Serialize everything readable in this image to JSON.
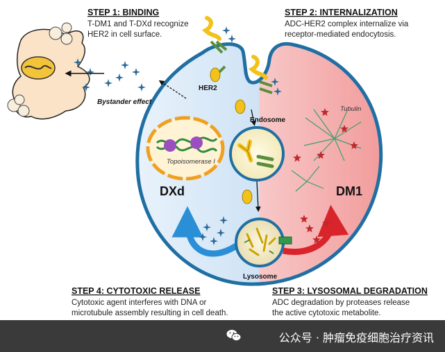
{
  "steps": {
    "step1": {
      "title": "STEP 1: BINDING",
      "line1": "T-DM1 and T-DXd recognize",
      "line2": "HER2 in cell surface."
    },
    "step2": {
      "title": "STEP 2: INTERNALIZATION",
      "line1": "ADC-HER2 complex internalize via",
      "line2": "receptor-mediated endocytosis."
    },
    "step3": {
      "title": "STEP 3: LYSOSOMAL DEGRADATION",
      "line1": "ADC degradation by proteases release",
      "line2": "the active cytotoxic metabolite."
    },
    "step4": {
      "title": "STEP 4: CYTOTOXIC RELEASE",
      "line1": "Cytotoxic agent interferes with DNA or",
      "line2": "microtubule assembly resulting in cell death."
    }
  },
  "labels": {
    "her2": "HER2",
    "endosome": "Endosome",
    "lysosome": "Lysosome",
    "tubulin": "Tubulin",
    "topoisomerase": "Topoisomerase I",
    "dxd": "DXd",
    "dm1": "DM1",
    "bystander": "Bystander effect"
  },
  "footer": {
    "text": "公众号 · 肿瘤免疫细胞治疗资讯"
  },
  "colors": {
    "cell_left": "#cfe3f5",
    "cell_right": "#f6b3b3",
    "membrane": "#1f6fa3",
    "antibody": "#f2c21a",
    "payload_blue": "#2b6a9a",
    "payload_red": "#c0282d",
    "nucleus": "#f0a020",
    "arrow_blue": "#2a8fd6",
    "arrow_red": "#d8242a"
  }
}
